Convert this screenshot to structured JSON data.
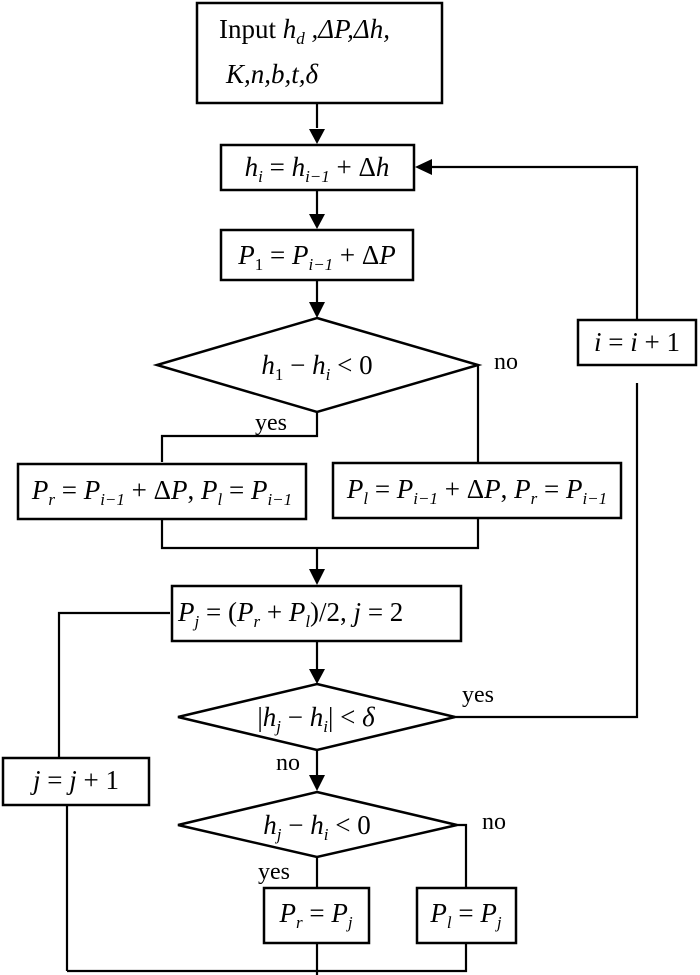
{
  "diagram": {
    "title": "Pressure bisection iteration flowchart",
    "nodes": {
      "input": {
        "type": "process",
        "line1": [
          {
            "t": "Input ",
            "style": "normal"
          },
          {
            "t": "h",
            "style": "italic"
          },
          {
            "t": "d",
            "style": "sub-italic"
          },
          {
            "t": " ,ΔP,Δh,",
            "style": "italic"
          }
        ],
        "line2": [
          {
            "t": "K,n,b,t,δ",
            "style": "italic"
          }
        ],
        "text": "Input h_d, ΔP, Δh, K, n, b, t, δ"
      },
      "update_h": {
        "type": "process",
        "parts": [
          {
            "t": "h",
            "style": "italic"
          },
          {
            "t": "i",
            "style": "sub-italic"
          },
          {
            "t": " = ",
            "style": "normal"
          },
          {
            "t": "h",
            "style": "italic"
          },
          {
            "t": "i−1",
            "style": "sub-italic"
          },
          {
            "t": " + Δ",
            "style": "normal"
          },
          {
            "t": "h",
            "style": "italic"
          }
        ],
        "text": "h_i = h_{i-1} + Δh"
      },
      "update_p1": {
        "type": "process",
        "parts": [
          {
            "t": "P",
            "style": "italic"
          },
          {
            "t": "1",
            "style": "sub"
          },
          {
            "t": " = ",
            "style": "normal"
          },
          {
            "t": "P",
            "style": "italic"
          },
          {
            "t": "i−1",
            "style": "sub-italic"
          },
          {
            "t": " + Δ",
            "style": "normal"
          },
          {
            "t": "P",
            "style": "italic"
          }
        ],
        "text": "P_1 = P_{i-1} + ΔP"
      },
      "decision_h1": {
        "type": "decision",
        "parts": [
          {
            "t": "h",
            "style": "italic"
          },
          {
            "t": "1",
            "style": "sub"
          },
          {
            "t": " − ",
            "style": "normal"
          },
          {
            "t": "h",
            "style": "italic"
          },
          {
            "t": "i",
            "style": "sub-italic"
          },
          {
            "t": " < 0",
            "style": "normal"
          }
        ],
        "text": "h_1 − h_i < 0",
        "yes_label": "yes",
        "no_label": "no"
      },
      "set_pr": {
        "type": "process",
        "parts": [
          {
            "t": "P",
            "style": "italic"
          },
          {
            "t": "r",
            "style": "sub-italic"
          },
          {
            "t": " = ",
            "style": "normal"
          },
          {
            "t": "P",
            "style": "italic"
          },
          {
            "t": "i−1",
            "style": "sub-italic"
          },
          {
            "t": " + Δ",
            "style": "normal"
          },
          {
            "t": "P",
            "style": "italic"
          },
          {
            "t": ", ",
            "style": "normal"
          },
          {
            "t": "P",
            "style": "italic"
          },
          {
            "t": "l",
            "style": "sub-italic"
          },
          {
            "t": " = ",
            "style": "normal"
          },
          {
            "t": "P",
            "style": "italic"
          },
          {
            "t": "i−1",
            "style": "sub-italic"
          }
        ],
        "text": "P_r = P_{i-1} + ΔP, P_l = P_{i-1}"
      },
      "set_pl": {
        "type": "process",
        "parts": [
          {
            "t": "P",
            "style": "italic"
          },
          {
            "t": "l",
            "style": "sub-italic"
          },
          {
            "t": " = ",
            "style": "normal"
          },
          {
            "t": "P",
            "style": "italic"
          },
          {
            "t": "i−1",
            "style": "sub-italic"
          },
          {
            "t": " + Δ",
            "style": "normal"
          },
          {
            "t": "P",
            "style": "italic"
          },
          {
            "t": ", ",
            "style": "normal"
          },
          {
            "t": "P",
            "style": "italic"
          },
          {
            "t": "r",
            "style": "sub-italic"
          },
          {
            "t": " = ",
            "style": "normal"
          },
          {
            "t": "P",
            "style": "italic"
          },
          {
            "t": "i−1",
            "style": "sub-italic"
          }
        ],
        "text": "P_l = P_{i-1} + ΔP, P_r = P_{i-1}"
      },
      "bisect": {
        "type": "process",
        "parts": [
          {
            "t": "P",
            "style": "italic"
          },
          {
            "t": "j",
            "style": "sub-italic"
          },
          {
            "t": " = (",
            "style": "normal"
          },
          {
            "t": "P",
            "style": "italic"
          },
          {
            "t": "r",
            "style": "sub-italic"
          },
          {
            "t": " + ",
            "style": "normal"
          },
          {
            "t": "P",
            "style": "italic"
          },
          {
            "t": "l",
            "style": "sub-italic"
          },
          {
            "t": ")/2, ",
            "style": "normal"
          },
          {
            "t": "j",
            "style": "italic"
          },
          {
            "t": " = 2",
            "style": "normal"
          }
        ],
        "text": "P_j = (P_r + P_l)/2, j = 2"
      },
      "decision_conv": {
        "type": "decision",
        "parts": [
          {
            "t": "|",
            "style": "normal"
          },
          {
            "t": "h",
            "style": "italic"
          },
          {
            "t": "j",
            "style": "sub-italic"
          },
          {
            "t": " − ",
            "style": "normal"
          },
          {
            "t": "h",
            "style": "italic"
          },
          {
            "t": "i",
            "style": "sub-italic"
          },
          {
            "t": "|",
            "style": "normal"
          },
          {
            "t": " < ",
            "style": "normal"
          },
          {
            "t": "δ",
            "style": "italic"
          }
        ],
        "text": "|h_j − h_i| < δ",
        "yes_label": "yes",
        "no_label": "no"
      },
      "increment_i": {
        "type": "process",
        "parts": [
          {
            "t": "i",
            "style": "italic"
          },
          {
            "t": " = ",
            "style": "normal"
          },
          {
            "t": "i",
            "style": "italic"
          },
          {
            "t": " + 1",
            "style": "normal"
          }
        ],
        "text": "i = i + 1"
      },
      "increment_j": {
        "type": "process",
        "parts": [
          {
            "t": "j",
            "style": "italic"
          },
          {
            "t": " = ",
            "style": "normal"
          },
          {
            "t": "j",
            "style": "italic"
          },
          {
            "t": " + 1",
            "style": "normal"
          }
        ],
        "text": "j = j + 1"
      },
      "decision_hj": {
        "type": "decision",
        "parts": [
          {
            "t": "h",
            "style": "italic"
          },
          {
            "t": "j",
            "style": "sub-italic"
          },
          {
            "t": " − ",
            "style": "normal"
          },
          {
            "t": "h",
            "style": "italic"
          },
          {
            "t": "i",
            "style": "sub-italic"
          },
          {
            "t": " < 0",
            "style": "normal"
          }
        ],
        "text": "h_j − h_i < 0",
        "yes_label": "yes",
        "no_label": "no"
      },
      "set_pr_pj": {
        "type": "process",
        "parts": [
          {
            "t": "P",
            "style": "italic"
          },
          {
            "t": "r",
            "style": "sub-italic"
          },
          {
            "t": " = ",
            "style": "normal"
          },
          {
            "t": "P",
            "style": "italic"
          },
          {
            "t": "j",
            "style": "sub-italic"
          }
        ],
        "text": "P_r = P_j"
      },
      "set_pl_pj": {
        "type": "process",
        "parts": [
          {
            "t": "P",
            "style": "italic"
          },
          {
            "t": "l",
            "style": "sub-italic"
          },
          {
            "t": " = ",
            "style": "normal"
          },
          {
            "t": "P",
            "style": "italic"
          },
          {
            "t": "j",
            "style": "sub-italic"
          }
        ],
        "text": "P_l = P_j"
      }
    },
    "edges": [
      {
        "from": "input",
        "to": "update_h"
      },
      {
        "from": "update_h",
        "to": "update_p1"
      },
      {
        "from": "update_p1",
        "to": "decision_h1"
      },
      {
        "from": "decision_h1",
        "to": "set_pr",
        "label": "yes"
      },
      {
        "from": "decision_h1",
        "to": "set_pl",
        "label": "no"
      },
      {
        "from": "set_pr",
        "to": "bisect"
      },
      {
        "from": "set_pl",
        "to": "bisect"
      },
      {
        "from": "bisect",
        "to": "decision_conv"
      },
      {
        "from": "decision_conv",
        "to": "increment_i",
        "label": "yes"
      },
      {
        "from": "increment_i",
        "to": "update_h"
      },
      {
        "from": "decision_conv",
        "to": "decision_hj",
        "label": "no"
      },
      {
        "from": "decision_hj",
        "to": "set_pr_pj",
        "label": "yes"
      },
      {
        "from": "decision_hj",
        "to": "set_pl_pj",
        "label": "no"
      },
      {
        "from": "set_pr_pj",
        "to": "increment_j"
      },
      {
        "from": "set_pl_pj",
        "to": "increment_j"
      },
      {
        "from": "increment_j",
        "to": "bisect"
      }
    ]
  }
}
